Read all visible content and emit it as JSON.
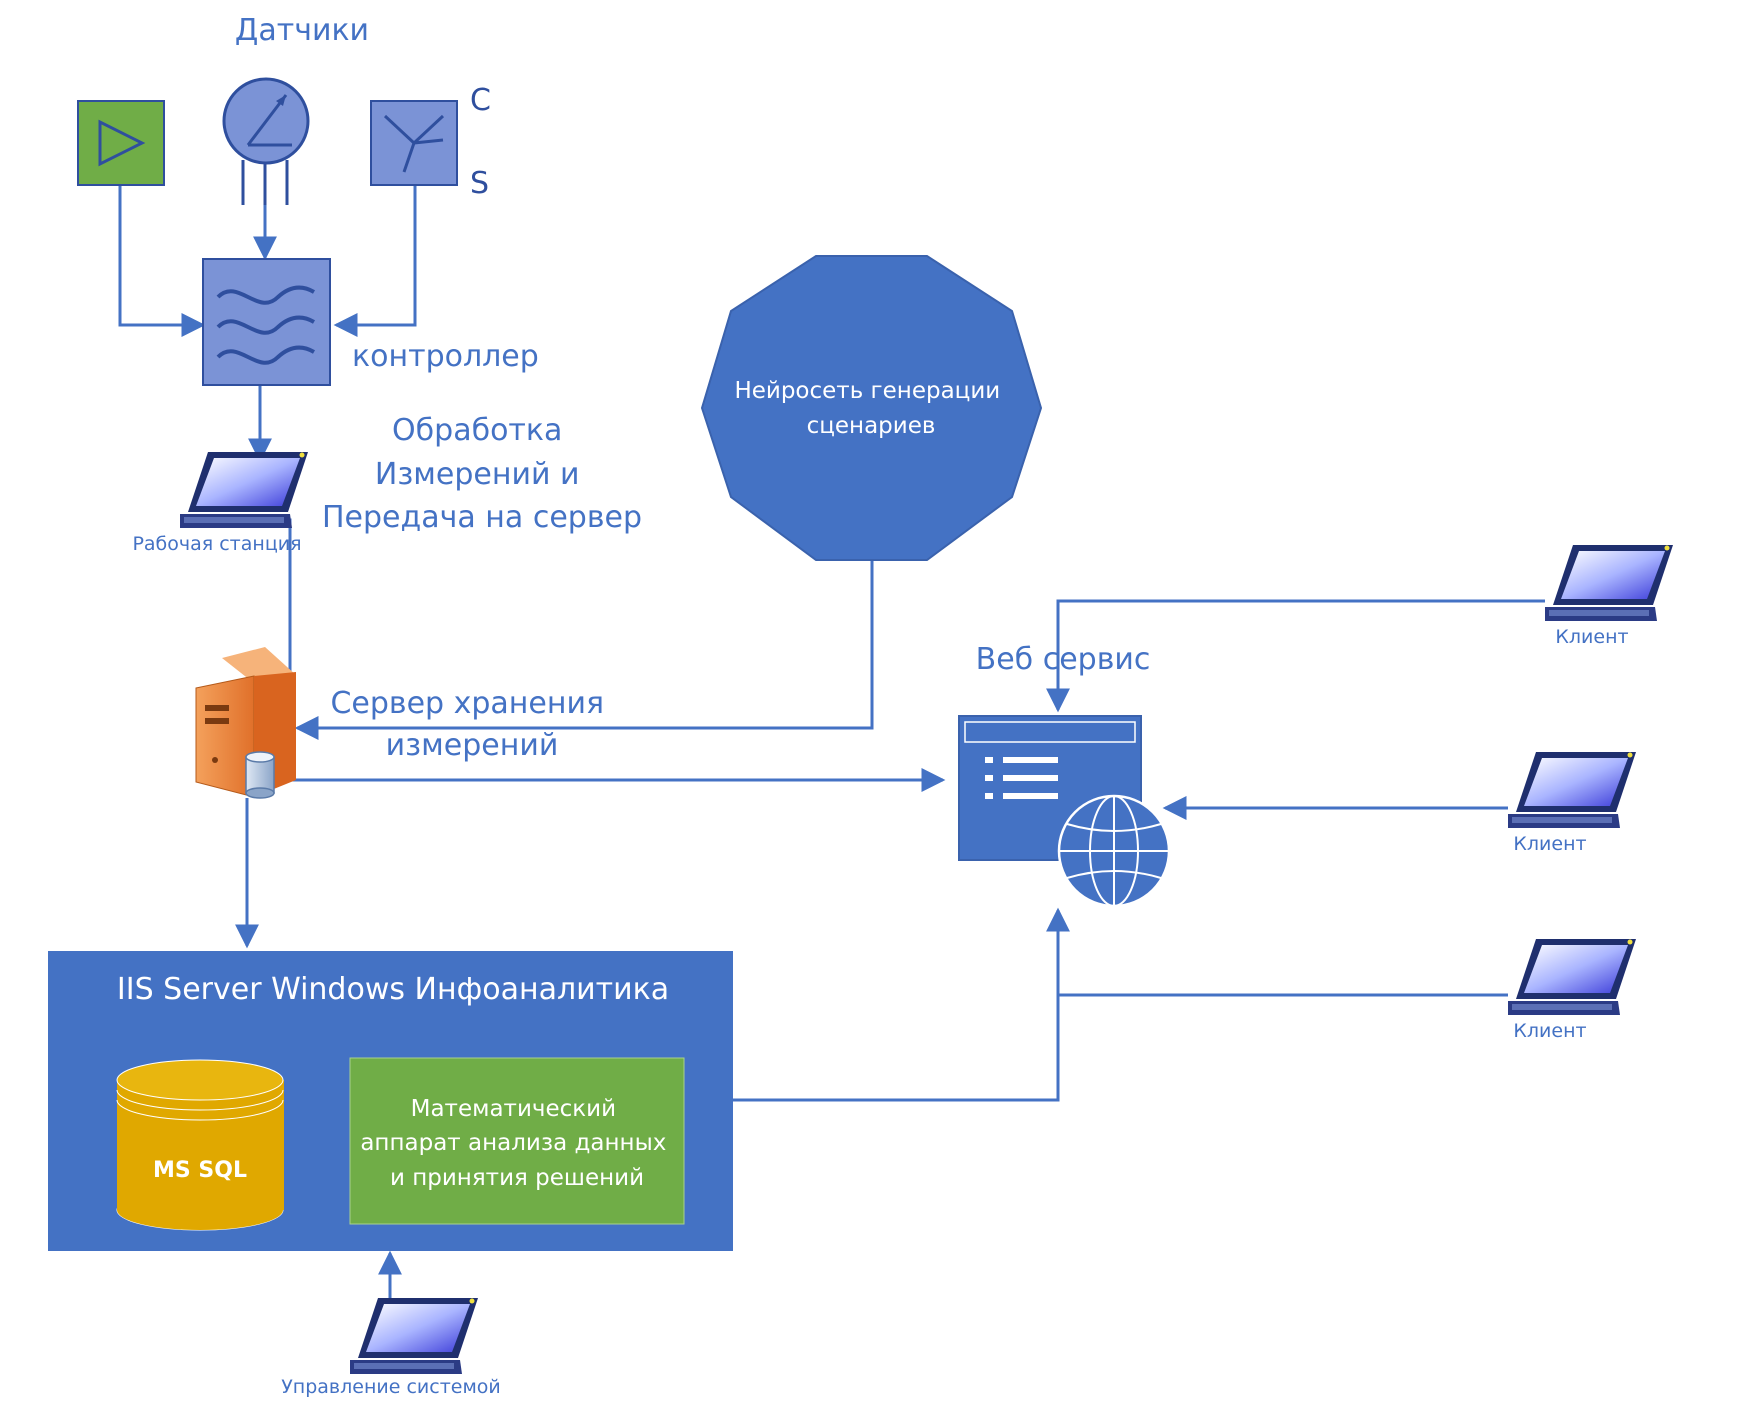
{
  "labels": {
    "sensors": "Датчики",
    "sensor_c": "C",
    "sensor_s": "S",
    "controller": "контроллер",
    "processing": [
      "Обработка",
      "Измерений и",
      "Передача на сервер"
    ],
    "workstation": "Рабочая станция",
    "neural_net": [
      "Нейросеть генерации",
      "сценариев"
    ],
    "storage_server": [
      "Сервер хранения",
      "измерений"
    ],
    "web_service": "Веб сервис",
    "client_1": "Клиент",
    "client_2": "Клиент",
    "client_3": "Клиент",
    "iis_server": "IIS Server Windows Инфоаналитика",
    "ms_sql": "MS SQL",
    "math": [
      "Математический",
      "аппарат анализа данных",
      "и принятия решений"
    ],
    "system_control": "Управление системой"
  },
  "colors": {
    "primary_blue": "#4472c4",
    "light_blue": "#7b93d6",
    "dark_blue": "#2f4f9e",
    "green": "#70ad47",
    "gold": "#e0a800",
    "orange": "#f08a3c"
  },
  "icons": [
    "laptop-icon",
    "server-icon",
    "database-icon",
    "globe-icon",
    "list-icon",
    "gauge-icon",
    "filter-icon",
    "amplifier-icon",
    "antenna-icon"
  ]
}
